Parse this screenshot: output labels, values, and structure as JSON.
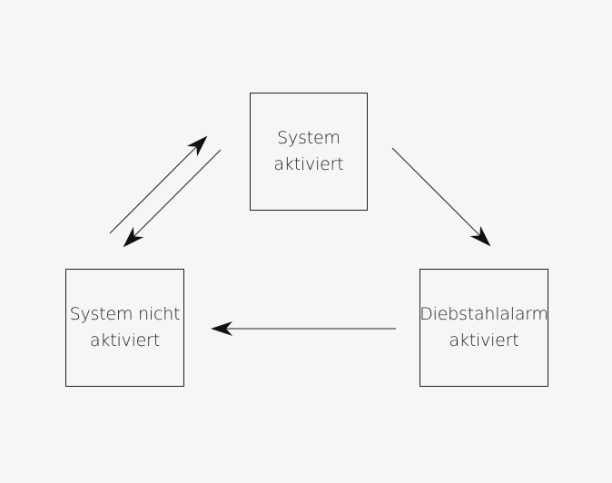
{
  "states": {
    "active": {
      "line1": "System",
      "line2": "aktiviert"
    },
    "inactive": {
      "line1": "System nicht",
      "line2": "aktiviert"
    },
    "alarm": {
      "line1": "Diebstahlalarm",
      "line2": "aktiviert"
    }
  },
  "transitions": [
    {
      "from": "inactive",
      "to": "active"
    },
    {
      "from": "active",
      "to": "inactive"
    },
    {
      "from": "active",
      "to": "alarm"
    },
    {
      "from": "alarm",
      "to": "inactive"
    }
  ],
  "colors": {
    "background": "#f5f6f5",
    "stroke": "#222222"
  }
}
